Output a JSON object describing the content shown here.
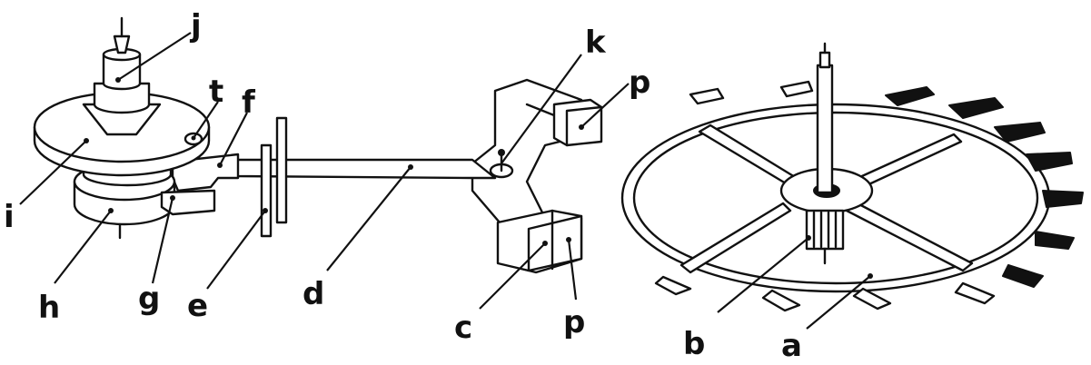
{
  "labels": {
    "a": "a",
    "b": "b",
    "c": "c",
    "d": "d",
    "e": "e",
    "f": "f",
    "g": "g",
    "h": "h",
    "i": "i",
    "j": "j",
    "k": "k",
    "p_upper": "p",
    "p_lower": "p",
    "t": "t"
  }
}
